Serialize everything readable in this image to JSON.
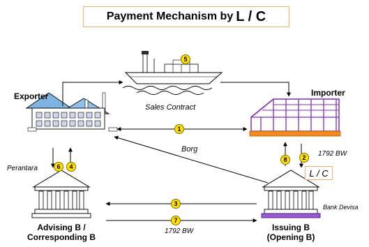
{
  "title": {
    "main": "Payment Mechanism by",
    "emph": "L / C"
  },
  "labels": {
    "exporter": "Exporter",
    "importer": "Importer",
    "sales_contract": "Sales Contract",
    "borg": "Borg",
    "perantara": "Perantara",
    "bw_top": "1792 BW",
    "bw_bottom": "1792 BW",
    "lc": "L / C",
    "bank_devisa": "Bank Devisa",
    "advising_1": "Advising B /",
    "advising_2": "Corresponding B",
    "issuing_1": "Issuing  B",
    "issuing_2": "(Opening B)"
  },
  "steps": [
    "1",
    "2",
    "3",
    "4",
    "5",
    "6",
    "7",
    "8"
  ],
  "colors": {
    "badge": "#ffe000",
    "box_border": "#f2b06a",
    "importer_purple": "#7b2fbf",
    "importer_orange": "#f28a1e",
    "bank_purple": "#9a5ad6"
  }
}
